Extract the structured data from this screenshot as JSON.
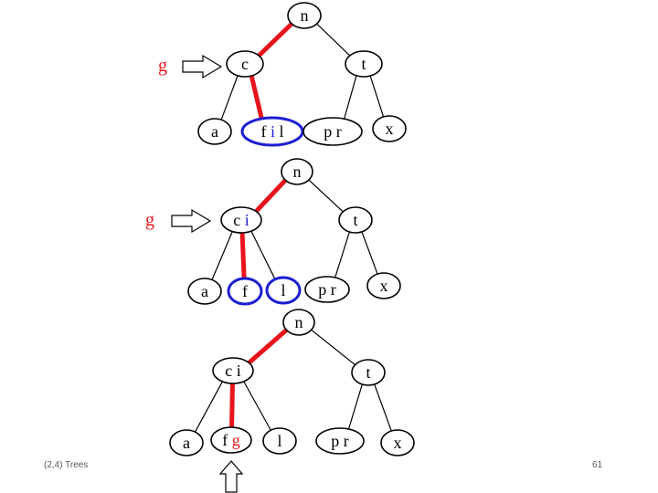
{
  "colors": {
    "edge": "#000000",
    "highlight_edge": "#e8141b",
    "node_border": "#000000",
    "selected_border": "#1b1fd1",
    "text": "#000000",
    "red_text": "#e8141b",
    "blue_text": "#1b1fd1",
    "node_fill": "#ffffff"
  },
  "footer": {
    "title": "(2,4) Trees",
    "page": "61"
  },
  "diagrams": [
    {
      "pointer_label": "g",
      "nodes": [
        {
          "id": "n",
          "keys": [
            {
              "t": "n"
            }
          ]
        },
        {
          "id": "c",
          "keys": [
            {
              "t": "c"
            }
          ]
        },
        {
          "id": "t",
          "keys": [
            {
              "t": "t"
            }
          ]
        },
        {
          "id": "a",
          "keys": [
            {
              "t": "a"
            }
          ]
        },
        {
          "id": "fil",
          "keys": [
            {
              "t": "f"
            },
            {
              "t": "i",
              "c": "blue"
            },
            {
              "t": "l"
            }
          ],
          "selected": true
        },
        {
          "id": "pr",
          "keys": [
            {
              "t": "p r"
            }
          ]
        },
        {
          "id": "x",
          "keys": [
            {
              "t": "x"
            }
          ]
        }
      ],
      "edges": [
        {
          "from": "n",
          "to": "c",
          "highlight": true
        },
        {
          "from": "n",
          "to": "t"
        },
        {
          "from": "c",
          "to": "a"
        },
        {
          "from": "c",
          "to": "fil",
          "highlight": true
        },
        {
          "from": "t",
          "to": "pr"
        },
        {
          "from": "t",
          "to": "x"
        }
      ]
    },
    {
      "pointer_label": "g",
      "nodes": [
        {
          "id": "n",
          "keys": [
            {
              "t": "n"
            }
          ]
        },
        {
          "id": "ci",
          "keys": [
            {
              "t": "c"
            },
            {
              "t": "i",
              "c": "blue"
            }
          ]
        },
        {
          "id": "t",
          "keys": [
            {
              "t": "t"
            }
          ]
        },
        {
          "id": "a",
          "keys": [
            {
              "t": "a"
            }
          ]
        },
        {
          "id": "f",
          "keys": [
            {
              "t": "f"
            }
          ],
          "selected": true
        },
        {
          "id": "l",
          "keys": [
            {
              "t": "l"
            }
          ],
          "selected": true
        },
        {
          "id": "pr",
          "keys": [
            {
              "t": "p r"
            }
          ]
        },
        {
          "id": "x",
          "keys": [
            {
              "t": "x"
            }
          ]
        }
      ],
      "edges": [
        {
          "from": "n",
          "to": "ci",
          "highlight": true
        },
        {
          "from": "n",
          "to": "t"
        },
        {
          "from": "ci",
          "to": "a"
        },
        {
          "from": "ci",
          "to": "f",
          "highlight": true
        },
        {
          "from": "ci",
          "to": "l"
        },
        {
          "from": "t",
          "to": "pr"
        },
        {
          "from": "t",
          "to": "x"
        }
      ]
    },
    {
      "pointer_label": "",
      "nodes": [
        {
          "id": "n",
          "keys": [
            {
              "t": "n"
            }
          ]
        },
        {
          "id": "ci",
          "keys": [
            {
              "t": "c i"
            }
          ]
        },
        {
          "id": "t",
          "keys": [
            {
              "t": "t"
            }
          ]
        },
        {
          "id": "a",
          "keys": [
            {
              "t": "a"
            }
          ]
        },
        {
          "id": "fg",
          "keys": [
            {
              "t": "f"
            },
            {
              "t": "g",
              "c": "red"
            }
          ]
        },
        {
          "id": "l",
          "keys": [
            {
              "t": "l"
            }
          ]
        },
        {
          "id": "pr",
          "keys": [
            {
              "t": "p r"
            }
          ]
        },
        {
          "id": "x",
          "keys": [
            {
              "t": "x"
            }
          ]
        }
      ],
      "edges": [
        {
          "from": "n",
          "to": "ci",
          "highlight": true
        },
        {
          "from": "n",
          "to": "t"
        },
        {
          "from": "ci",
          "to": "a"
        },
        {
          "from": "ci",
          "to": "fg",
          "highlight": true
        },
        {
          "from": "ci",
          "to": "l"
        },
        {
          "from": "t",
          "to": "pr"
        },
        {
          "from": "t",
          "to": "x"
        }
      ]
    }
  ]
}
